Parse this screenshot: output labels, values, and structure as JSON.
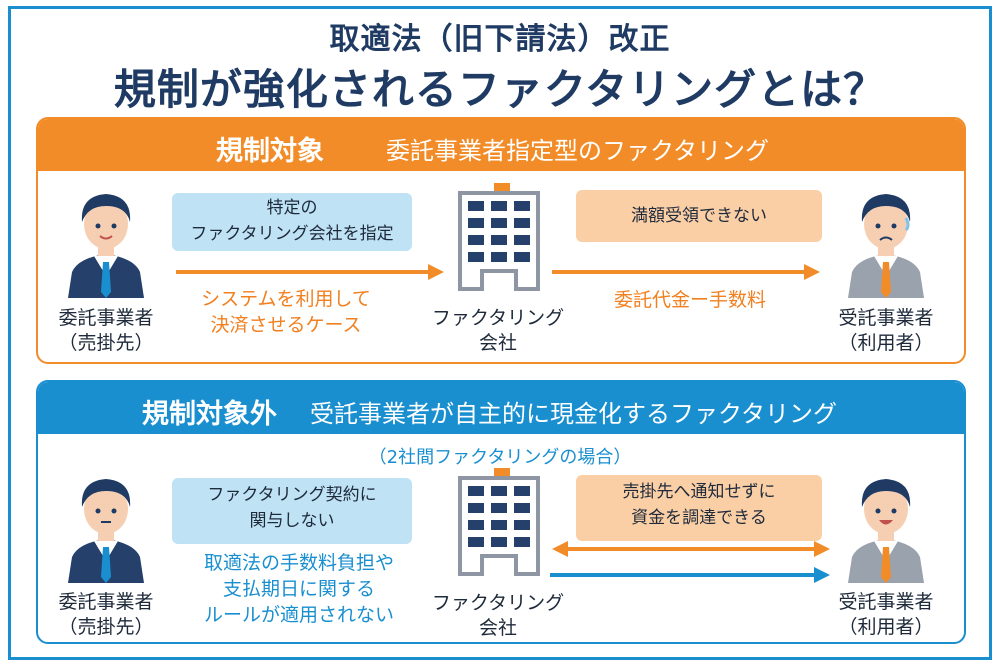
{
  "title": {
    "line1": "取適法（旧下請法）改正",
    "line2": "規制が強化されるファクタリングとは？"
  },
  "regulated": {
    "keyword": "規制対象",
    "description": "委託事業者指定型のファクタリング",
    "left_person": {
      "line1": "委託事業者",
      "line2": "（売掛先）"
    },
    "left_bubble": {
      "line1": "特定の",
      "line2": "ファクタリング会社を指定"
    },
    "left_caption": {
      "line1": "システムを利用して",
      "line2": "決済させるケース"
    },
    "company": {
      "line1": "ファクタリング",
      "line2": "会社"
    },
    "right_bubble": "満額受領できない",
    "right_caption": "委託代金ー手数料",
    "right_person": {
      "line1": "受託事業者",
      "line2": "（利用者）"
    }
  },
  "unregulated": {
    "keyword": "規制対象外",
    "description": "受託事業者が自主的に現金化するファクタリング",
    "subtitle": "（2社間ファクタリングの場合）",
    "left_person": {
      "line1": "委託事業者",
      "line2": "（売掛先）"
    },
    "left_bubble": {
      "line1": "ファクタリング契約に",
      "line2": "関与しない"
    },
    "left_caption": {
      "line1": "取適法の手数料負担や",
      "line2": "支払期日に関する",
      "line3": "ルールが適用されない"
    },
    "company": {
      "line1": "ファクタリング",
      "line2": "会社"
    },
    "right_bubble": {
      "line1": "売掛先へ通知せずに",
      "line2": "資金を調達できる"
    },
    "right_person": {
      "line1": "受託事業者",
      "line2": "（利用者）"
    }
  },
  "colors": {
    "orange": "#f28c28",
    "blue": "#1a8fd0",
    "navy": "#1f3b63",
    "bubble_blue": "#bfe3f5",
    "bubble_orange": "#fbcfa6"
  }
}
